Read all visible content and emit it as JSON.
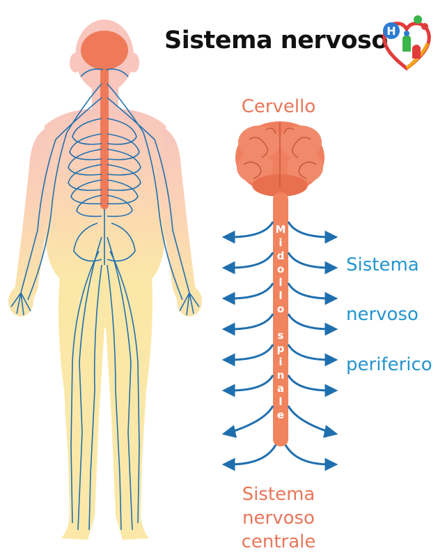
{
  "title": "Sistema nervoso",
  "labels": {
    "brain": "Cervello",
    "spinal_cord_letters": [
      "M",
      "i",
      "d",
      "o",
      "l",
      "l",
      "o",
      " ",
      "s",
      "p",
      "i",
      "n",
      "a",
      "l",
      "e"
    ],
    "peripheral": [
      "Sistema",
      "nervoso",
      "periferico"
    ],
    "central": [
      "Sistema",
      "nervoso",
      "centrale"
    ]
  },
  "logo": {
    "letter": "H"
  },
  "colors": {
    "salmon": "#e8765a",
    "nerve_blue": "#1f6fae",
    "text_blue": "#2495cf",
    "skin_light": "#fbe7b0",
    "skin_pink": "#f7c9bd",
    "cord_orange": "#f0845e"
  }
}
